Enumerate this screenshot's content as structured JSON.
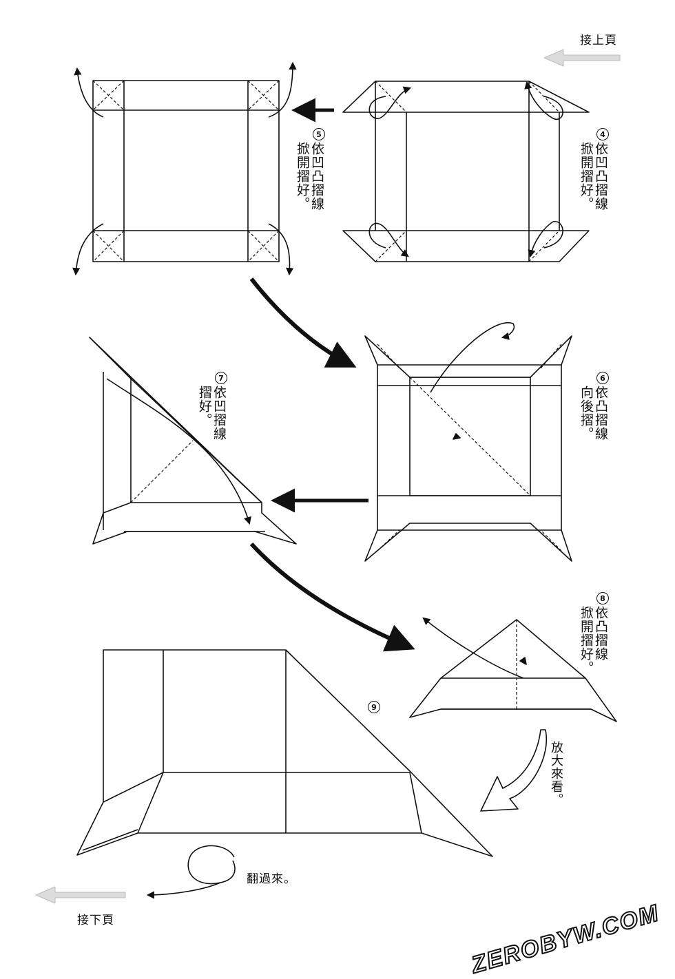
{
  "nav": {
    "prev_page": "接上頁",
    "next_page": "接下頁"
  },
  "steps": [
    {
      "number": "4",
      "text": "依凹凸摺線\n掀開摺好。"
    },
    {
      "number": "5",
      "text": "依凹凸摺線\n掀開摺好。"
    },
    {
      "number": "6",
      "text": "依凸摺線\n向後摺。"
    },
    {
      "number": "7",
      "text": "依凹摺線\n摺好。"
    },
    {
      "number": "8",
      "text": "依凸摺線\n掀開摺好。"
    },
    {
      "number": "9",
      "text": ""
    }
  ],
  "zoom_note": "放大來看。",
  "flip_note": "翻過來。",
  "watermark": "ZEROBYW.COM"
}
